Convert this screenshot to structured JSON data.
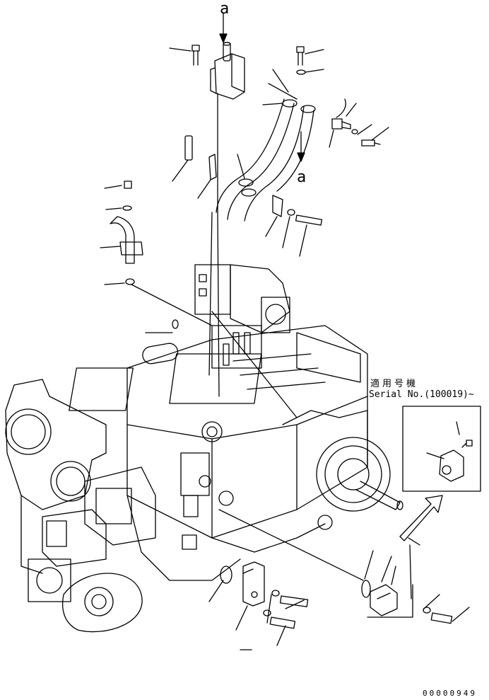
{
  "figure": {
    "view_marker_top": "a",
    "view_marker_mid": "a",
    "applicability_label": "適用号機",
    "serial_label": "Serial No.(100019)~",
    "figure_number": "00000949"
  },
  "colors": {
    "line": "#000000",
    "background": "#ffffff"
  },
  "parts": [
    "bolt-icon",
    "washer-icon",
    "bracket-icon",
    "hose-icon",
    "clamp-icon",
    "elbow-fitting-icon",
    "o-ring-icon",
    "valve-block-icon",
    "transmission-case-icon",
    "output-flange-icon",
    "pump-icon",
    "block-icon",
    "sensor-bracket-icon"
  ]
}
